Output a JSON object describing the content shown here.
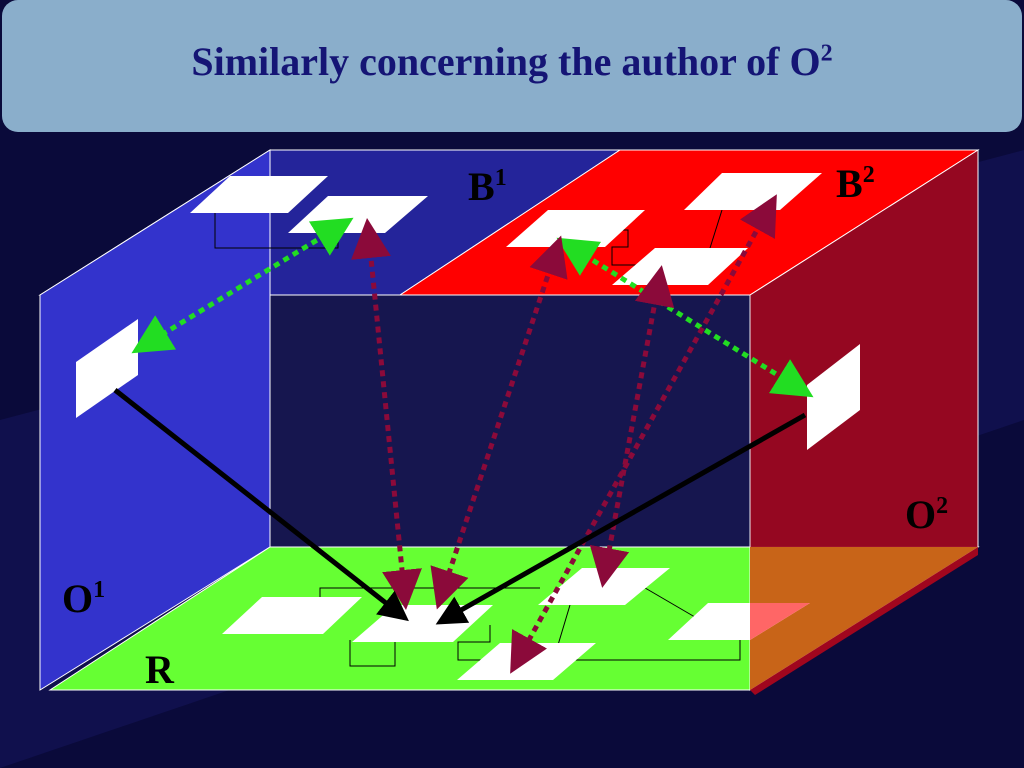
{
  "title": {
    "text": "Similarly concerning the author of O",
    "sup": "2"
  },
  "labels": {
    "b1": {
      "base": "B",
      "sup": "1"
    },
    "b2": {
      "base": "B",
      "sup": "2"
    },
    "o1": {
      "base": "O",
      "sup": "1"
    },
    "o2": {
      "base": "O",
      "sup": "2"
    },
    "r": {
      "base": "R"
    }
  },
  "colors": {
    "background": "#0a0a3a",
    "title_bar": "#8aaecb",
    "title_text": "#151575",
    "left_wall_O1": "#3333cc",
    "back_wall": "#16164f",
    "top_blue_B1": "#24249a",
    "top_red_B2": "#ff0000",
    "right_wall_O2": "#a0061e",
    "floor_R": "#66ff33",
    "dotted_arrow_green": "#22dd22",
    "dotted_arrow_maroon": "#8b0a3a",
    "solid_arrow": "#000000"
  }
}
